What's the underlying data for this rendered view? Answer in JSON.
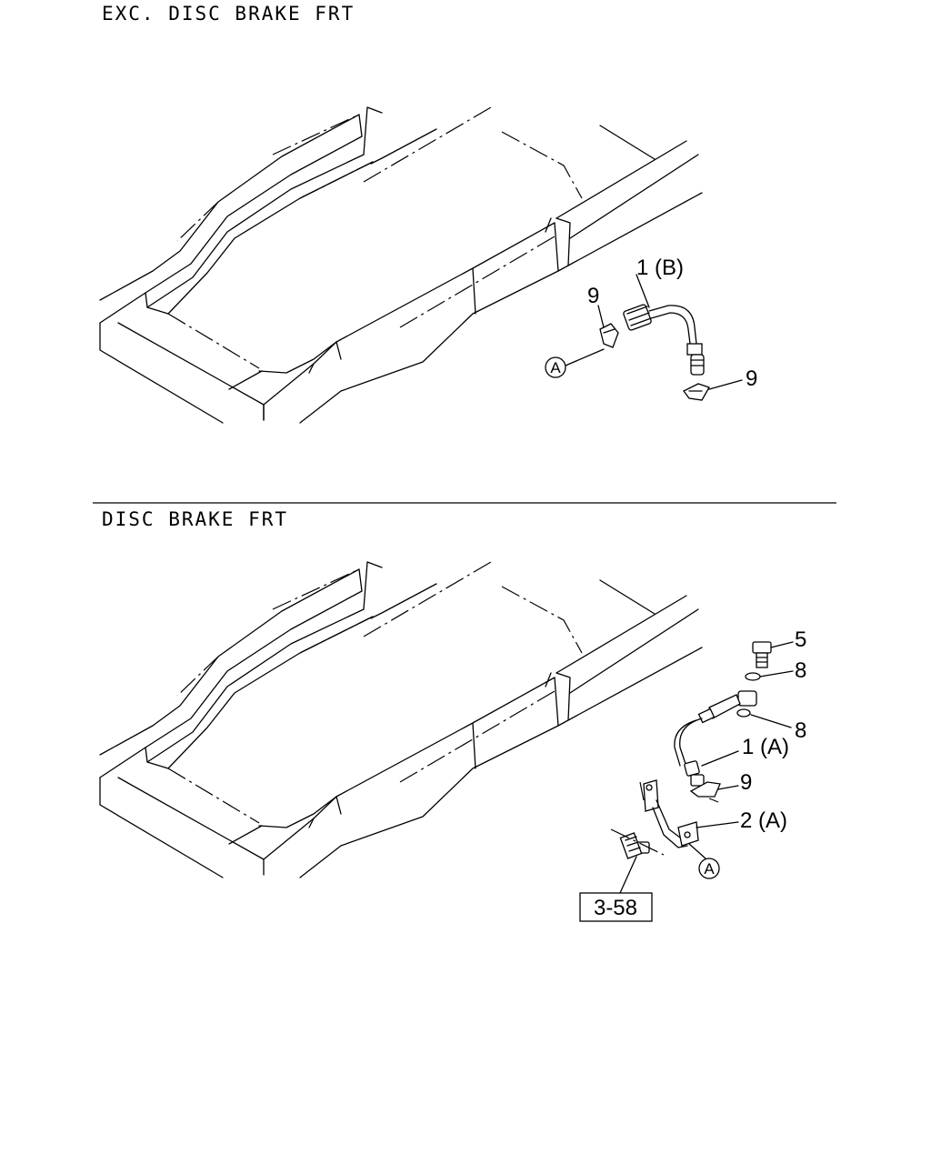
{
  "sections": [
    {
      "title": "EXC. DISC BRAKE FRT",
      "callouts": [
        {
          "label": "1 (B)"
        },
        {
          "label": "9"
        },
        {
          "label": "9"
        }
      ],
      "circle_label": "A"
    },
    {
      "title": "DISC BRAKE FRT",
      "callouts": [
        {
          "label": "5"
        },
        {
          "label": "8"
        },
        {
          "label": "8"
        },
        {
          "label": "1 (A)"
        },
        {
          "label": "9"
        },
        {
          "label": "2 (A)"
        }
      ],
      "circle_label": "A",
      "reference_box": "3-58"
    }
  ]
}
